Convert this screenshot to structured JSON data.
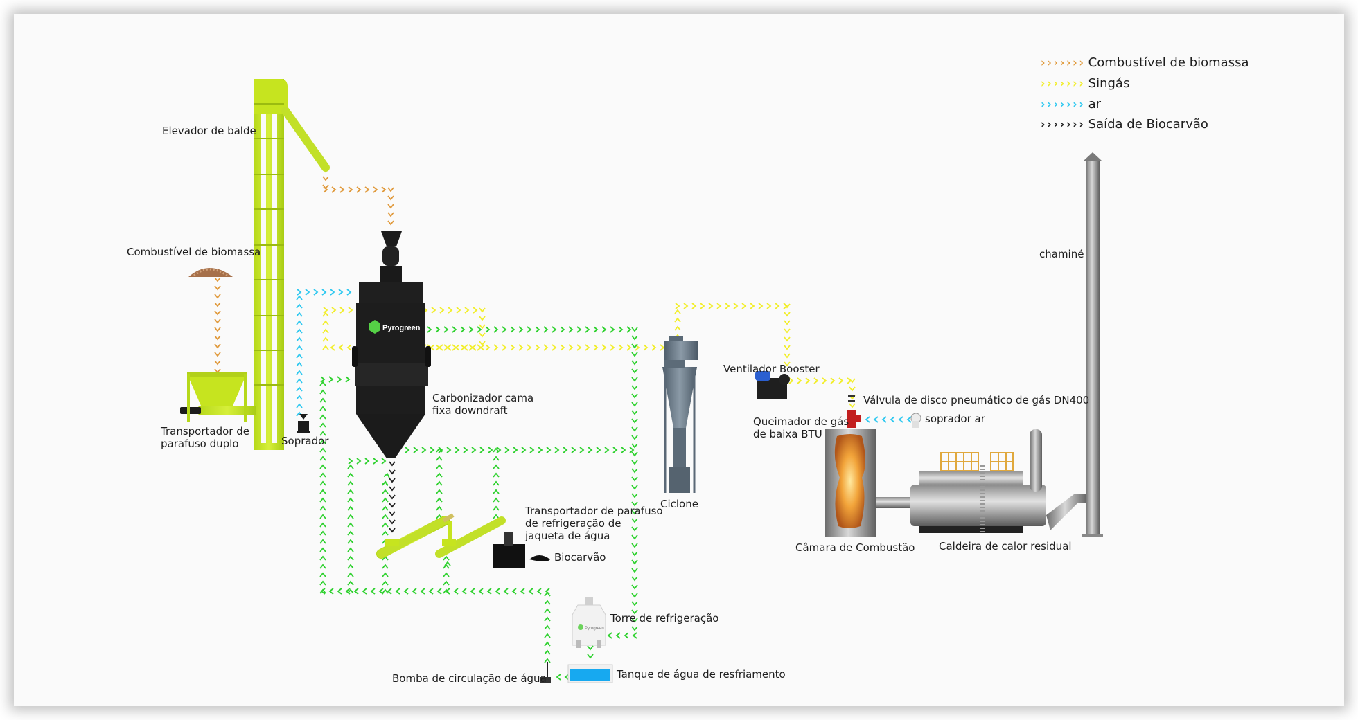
{
  "legend": [
    {
      "key": "biomass",
      "arrows": "›››››››",
      "label": "Combustível de biomassa",
      "color": "#e09a3c"
    },
    {
      "key": "syngas",
      "arrows": "›››››››",
      "label": "Singás",
      "color": "#f2ee2a"
    },
    {
      "key": "air",
      "arrows": "›››››››",
      "label": "ar",
      "color": "#2ec8f0"
    },
    {
      "key": "biochar",
      "arrows": "›››››››",
      "label": "Saída de Biocarvão",
      "color": "#1e1e1e"
    }
  ],
  "water_color": "#2ed12e",
  "labels": {
    "bucket_elevator": "Elevador de balde",
    "biomass_fuel": "Combustível de biomassa",
    "twin_screw_line1": "Transportador de",
    "twin_screw_line2": "parafuso duplo",
    "blower": "Soprador",
    "carbonizer_line1": "Carbonizador cama",
    "carbonizer_line2": "fixa downdraft",
    "carbonizer_brand": "Pyrogreen",
    "cooling_screw_line1": "Transportador de parafuso",
    "cooling_screw_line2": "de refrigeração de",
    "cooling_screw_line3": "jaqueta de água",
    "biochar": "Biocarvão",
    "cooling_tower": "Torre de refrigeração",
    "cooling_tower_brand": "Pyrogreen",
    "cooling_tank": "Tanque de água de resfriamento",
    "circulation_pump": "Bomba de circulação de água",
    "cyclone": "Ciclone",
    "booster_fan": "Ventilador Booster",
    "valve": "Válvula de disco pneumático de gás DN400",
    "burner_line1": "Queimador de gás",
    "burner_line2": "de baixa BTU",
    "air_blower": "soprador ar",
    "combustion_chamber": "Câmara de Combustão",
    "waste_heat_boiler": "Caldeira de calor residual",
    "chimney": "chaminé"
  }
}
